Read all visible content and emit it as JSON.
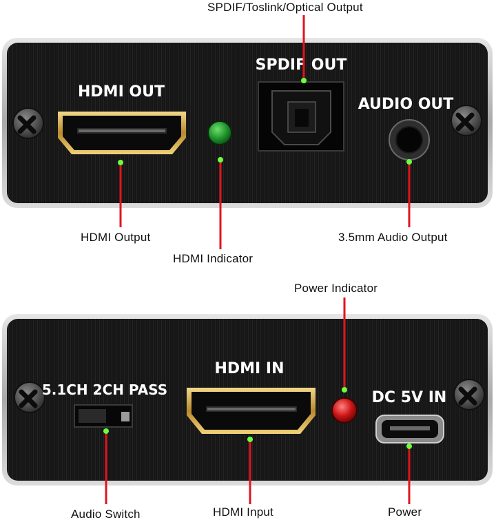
{
  "top_panel": {
    "labels": {
      "hdmi_out": "HDMI OUT",
      "spdif_out": "SPDIF OUT",
      "audio_out": "AUDIO OUT"
    },
    "callouts": {
      "spdif": "SPDIF/Toslink/Optical Output",
      "hdmi_output": "HDMI Output",
      "hdmi_indicator": "HDMI Indicator",
      "audio_output": "3.5mm Audio  Output"
    }
  },
  "bottom_panel": {
    "labels": {
      "switch": "5.1CH 2CH PASS",
      "hdmi_in": "HDMI IN",
      "dc_in": "DC 5V IN"
    },
    "callouts": {
      "power_indicator": "Power Indicator",
      "audio_switch": "Audio Switch",
      "hdmi_input": "HDMI Input",
      "power": "Power"
    }
  },
  "colors": {
    "panel_body": "#141414",
    "panel_frame": "#c8c8c8",
    "leader_line": "#e0141e",
    "anchor_dot": "#6eff3c",
    "hdmi_led": "#1f8f2a",
    "power_led": "#c81414",
    "connector_gold": "#d8b04a"
  },
  "icons": {
    "screws": "phillips-screw-icon",
    "hdmi_port": "hdmi-port-icon",
    "optical_port": "toslink-port-icon",
    "audio_jack": "audio-jack-icon",
    "usb_port": "micro-usb-port-icon",
    "slide_switch": "slide-switch-icon"
  }
}
